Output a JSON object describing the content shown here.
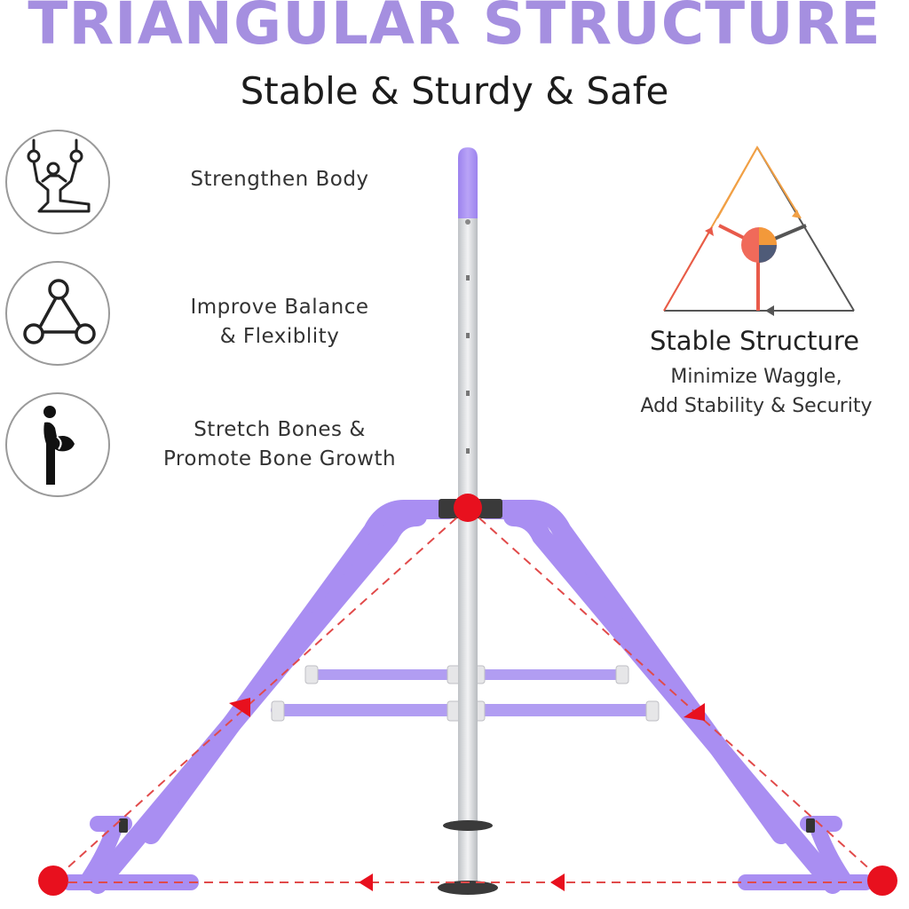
{
  "header": {
    "title": "TRIANGULAR STRUCTURE",
    "subtitle": "Stable & Sturdy & Safe"
  },
  "features": [
    {
      "icon": "gymnast-rings-icon",
      "lines": [
        "Strengthen Body"
      ]
    },
    {
      "icon": "triangle-balance-icon",
      "lines": [
        "Improve Balance",
        "& Flexiblity"
      ]
    },
    {
      "icon": "stretching-person-icon",
      "lines": [
        "Stretch Bones &",
        "Promote Bone Growth"
      ]
    }
  ],
  "structure": {
    "heading": "Stable Structure",
    "description": [
      "Minimize Waggle,",
      "Add Stability & Security"
    ],
    "icon": "stable-triangle-icon"
  },
  "colors": {
    "title_purple": "#a58fe0",
    "frame_purple": "#a98ef2",
    "marker_red": "#e8101e",
    "pole_gray": "#d7d9db"
  }
}
